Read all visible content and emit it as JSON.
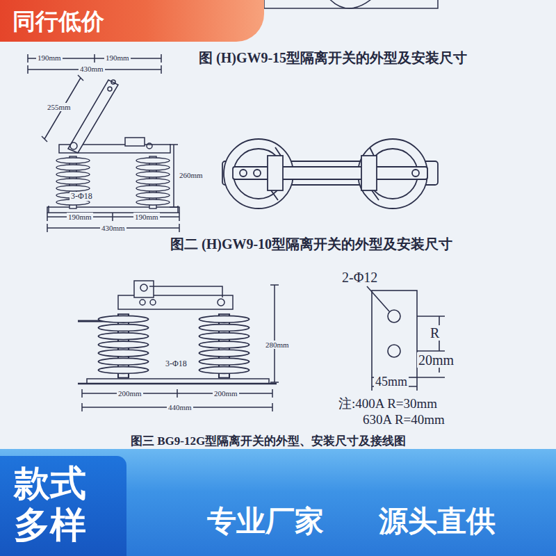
{
  "diagram": {
    "nodes": [
      {
        "text": [
          "同行低价"
        ]
      },
      {
        "text": [
          "款式 多样"
        ]
      },
      {
        "text": [
          "专业厂家",
          "源头直供"
        ]
      }
    ],
    "labels": [
      "190mm",
      "190mm",
      "430mm",
      "图 (H)GW9-15型隔离开关的外型及安装尺寸",
      "255mm",
      "260mm",
      "3-Φ18",
      "190mm",
      "190mm",
      "430mm",
      "图二 (H)GW9-10型隔离开关的外型及安装尺寸",
      "2-Φ12",
      "R",
      "20mm",
      "45mm",
      "注:400A R=30mm",
      "630A R=40mm",
      "280mm",
      "3-Φ18",
      "200mm",
      "200mm",
      "440mm",
      "图三 BG9-12G型隔离开关的外型、安装尺寸及接线图"
    ]
  }
}
